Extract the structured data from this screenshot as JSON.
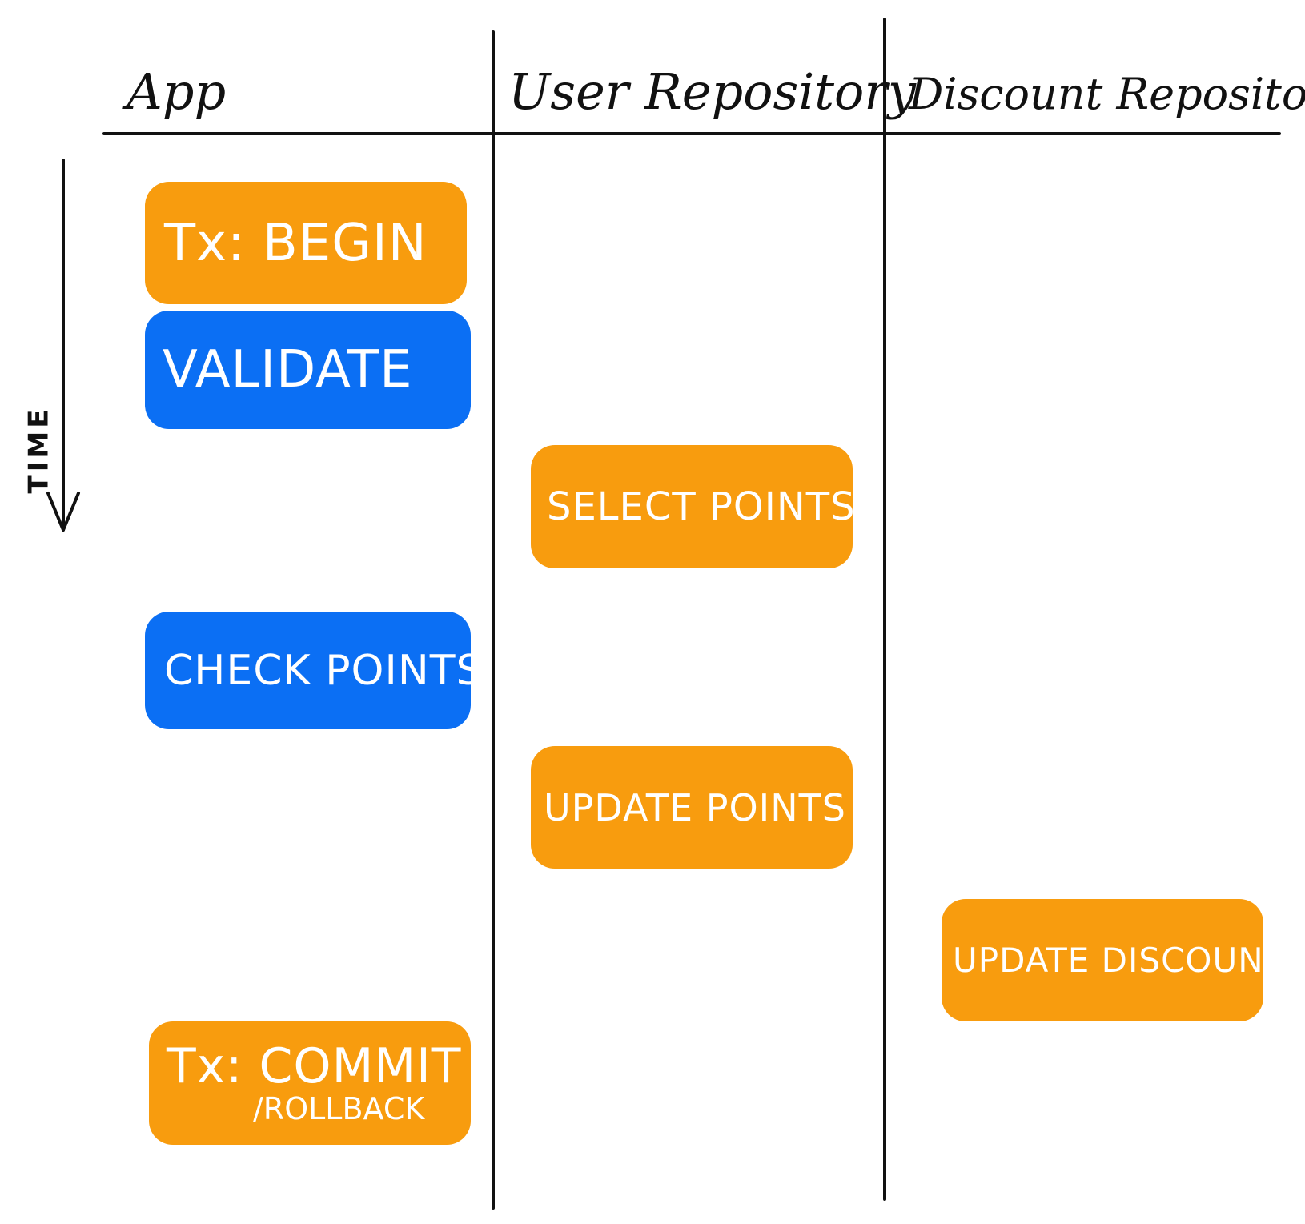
{
  "columns": {
    "app": "App",
    "user_repository": "User Repository",
    "discount_repository": "Discount Repository"
  },
  "time_axis": {
    "label": "TIME",
    "direction": "down"
  },
  "steps": {
    "tx_begin": "Tx: BEGIN",
    "validate": "VALIDATE",
    "select_points": "SELECT POINTS",
    "check_points": "CHECK POINTS",
    "update_points": "UPDATE POINTS",
    "update_discount": "UPDATE DISCOUNT",
    "tx_commit": "Tx: COMMIT",
    "tx_commit_sub": "/ROLLBACK"
  },
  "colors": {
    "orange": "#F89C0E",
    "blue": "#0B6FF4",
    "line": "#111111"
  }
}
